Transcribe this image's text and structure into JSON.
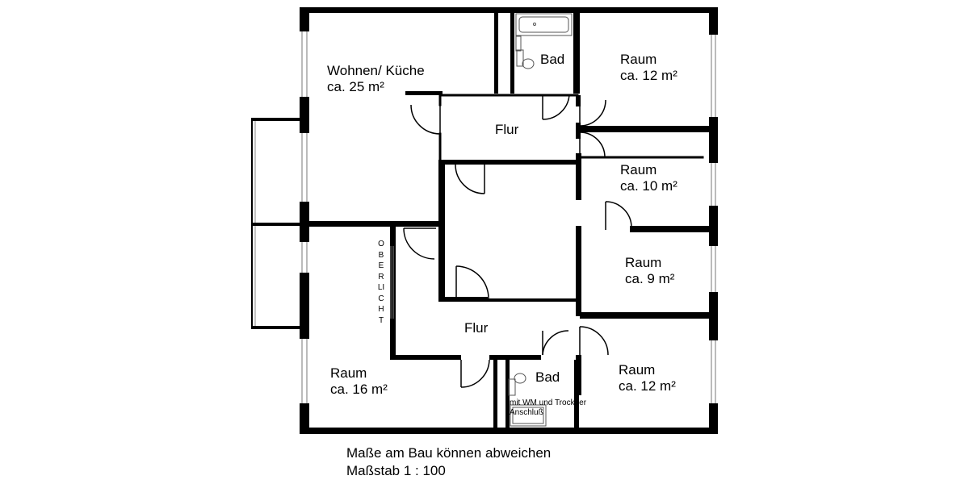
{
  "rooms": {
    "wohnen_kueche": {
      "name": "Wohnen/ Küche",
      "area": "ca. 25 m²"
    },
    "bad_top": {
      "name": "Bad"
    },
    "raum_top_right": {
      "name": "Raum",
      "area": "ca. 12 m²"
    },
    "flur_top": {
      "name": "Flur"
    },
    "raum_10": {
      "name": "Raum",
      "area": "ca. 10 m²"
    },
    "raum_9": {
      "name": "Raum",
      "area": "ca. 9 m²"
    },
    "flur_bottom": {
      "name": "Flur"
    },
    "raum_16": {
      "name": "Raum",
      "area": "ca. 16 m²"
    },
    "bad_bottom": {
      "name": "Bad",
      "note_line1": "mit WM und Trockner",
      "note_line2": "Anschluß"
    },
    "raum_bottom_right": {
      "name": "Raum",
      "area": "ca. 12 m²"
    }
  },
  "oberlicht": "OBERLICHT",
  "footer": {
    "line1": "Maße am Bau können abweichen",
    "line2": "Maßstab 1 : 100"
  }
}
